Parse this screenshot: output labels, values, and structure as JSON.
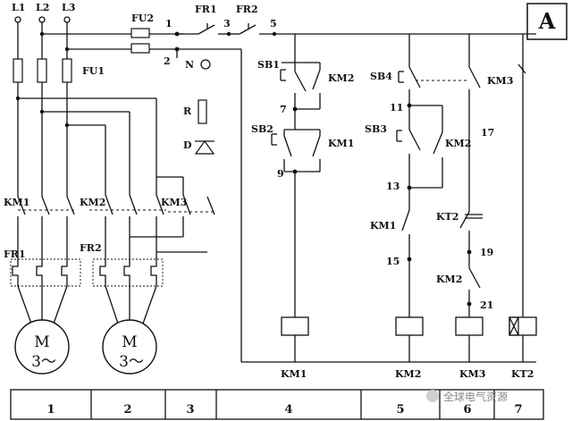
{
  "panel_letter": "A",
  "phase_labels": [
    "L1",
    "L2",
    "L3"
  ],
  "components": {
    "fu1": "FU1",
    "fu2": "FU2",
    "fr1_top": "FR1",
    "fr2_top": "FR2",
    "n": "N",
    "r": "R",
    "d": "D",
    "sb1": "SB1",
    "sb2": "SB2",
    "sb3": "SB3",
    "sb4": "SB4",
    "km1_power": "KM1",
    "km2_power": "KM2",
    "km3_power": "KM3",
    "fr1_power": "FR1",
    "fr2_power": "FR2",
    "km2_aux_top": "KM2",
    "km1_aux": "KM1",
    "km2_aux_mid": "KM2",
    "km1_aux_low": "KM1",
    "kt2_contact": "KT2",
    "km2_aux_low": "KM2",
    "km3_aux": "KM3"
  },
  "node_numbers": [
    "1",
    "2",
    "3",
    "5",
    "7",
    "9",
    "11",
    "13",
    "15",
    "17",
    "19",
    "21"
  ],
  "motor": {
    "symbol": "M",
    "phase": "3～"
  },
  "coil_labels": [
    "KM1",
    "KM2",
    "KM3",
    "KT2"
  ],
  "zone_numbers": [
    "1",
    "2",
    "3",
    "4",
    "5",
    "6",
    "7"
  ],
  "watermark": "全球电气资源"
}
